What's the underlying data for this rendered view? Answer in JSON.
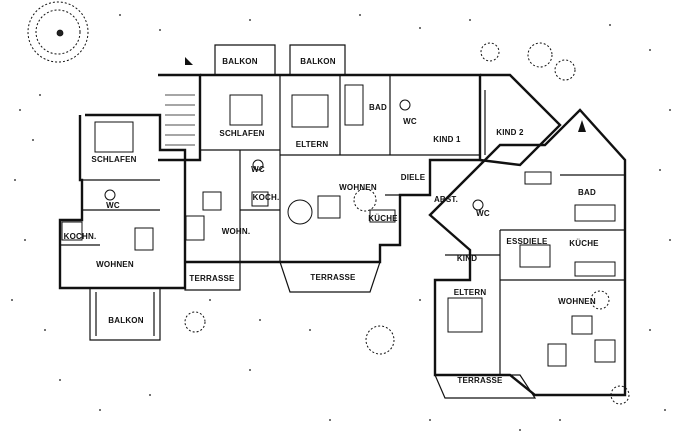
{
  "labels": {
    "balkon_1": "BALKON",
    "balkon_2": "BALKON",
    "schlafen_left": "SCHLAFEN",
    "schlafen_mid": "SCHLAFEN",
    "bad_1": "BAD",
    "wc_1": "WC",
    "eltern_top": "ELTERN",
    "kind_1": "KIND 1",
    "kind_2": "KIND 2",
    "wc_left": "WC",
    "wc_mid": "WC",
    "koch_mid": "KOCH.",
    "wohnen_mid": "WOHNEN",
    "diele": "DIELE",
    "abst": "ABST.",
    "bad_right": "BAD",
    "kochn_left": "KOCHN.",
    "wohn_small": "WOHN.",
    "kueche_mid": "KÜCHE",
    "wc_right": "WC",
    "essdiele": "ESSDIELE",
    "kueche_right": "KÜCHE",
    "wohnen_left": "WOHNEN",
    "terrasse_1": "TERRASSE",
    "terrasse_2": "TERRASSE",
    "kind_lower": "KIND",
    "eltern_lower": "ELTERN",
    "wohnen_right": "WOHNEN",
    "balkon_lower": "BALKON",
    "terrasse_3": "TERRASSE"
  }
}
